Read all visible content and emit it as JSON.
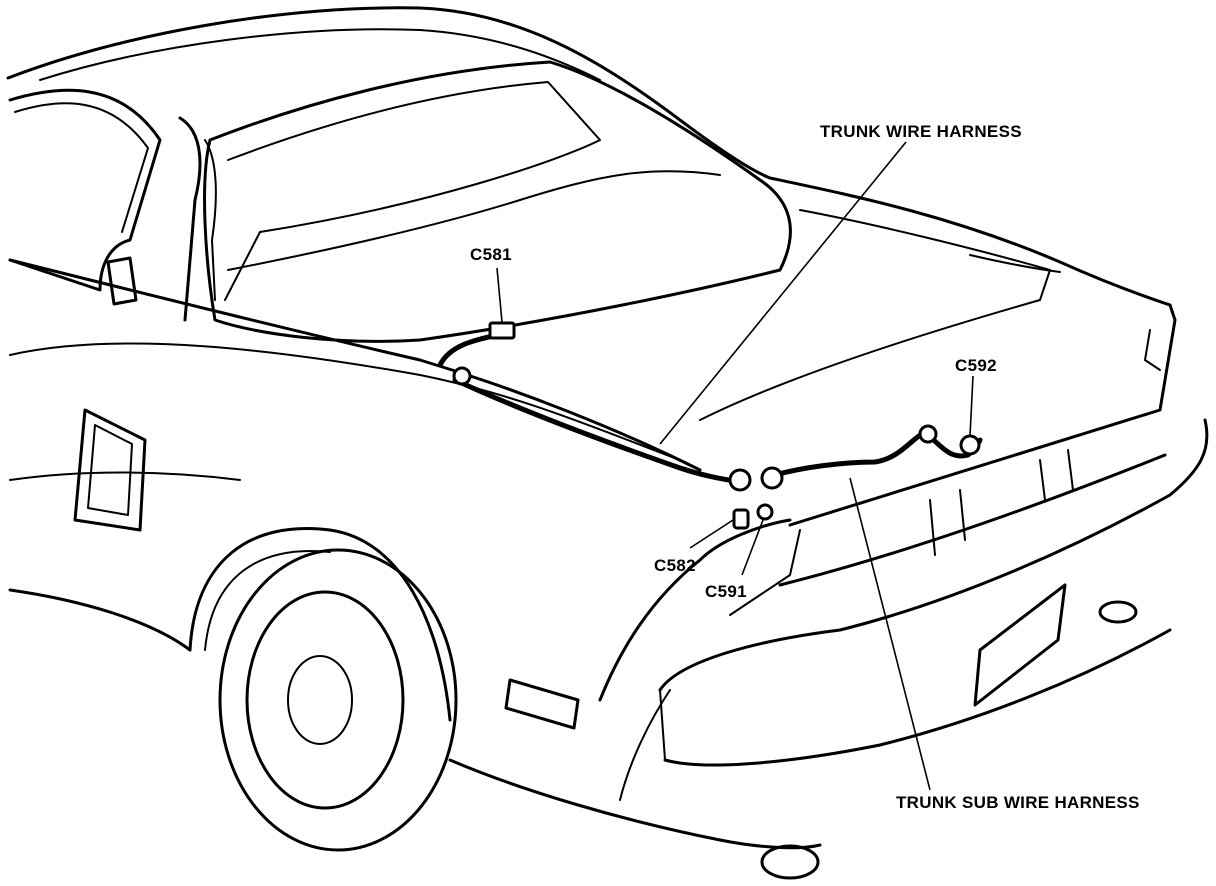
{
  "labels": {
    "trunk_wire_harness": "TRUNK WIRE HARNESS",
    "trunk_sub_wire_harness": "TRUNK SUB WIRE HARNESS",
    "c581": "C581",
    "c582": "C582",
    "c591": "C591",
    "c592": "C592"
  },
  "colors": {
    "line": "#000000",
    "background": "#ffffff"
  }
}
